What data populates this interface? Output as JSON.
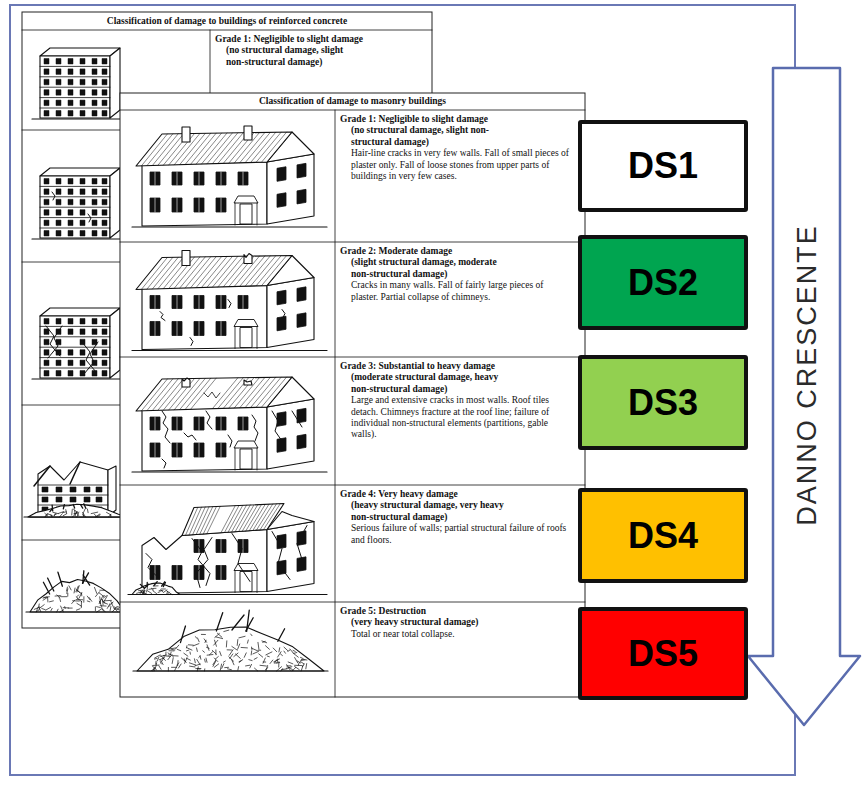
{
  "diagram": {
    "nodes": [
      {
        "text": [
          "Classification of damage to buildings of reinforced concrete"
        ]
      },
      {
        "text": [
          "Grade 1: Negligible to slight damage",
          "(no structural damage, slight non-structural damage)"
        ],
        "in": 0
      },
      {
        "text": [
          "Classification of damage to masonry buildings"
        ]
      },
      {
        "text": [
          "Grade 1: Negligible to slight damage",
          "(no structural damage, slight non-structural damage)",
          "Hair-line cracks in very few walls. Fall of small pieces of plaster only. Fall of loose stones from upper parts of buildings in very few cases."
        ],
        "in": 2
      },
      {
        "text": [
          "Grade 2: Moderate damage",
          "(slight structural damage, moderate non-structural damage)",
          "Cracks in many walls. Fall of fairly large pieces of plaster. Partial collapse of chimneys."
        ],
        "in": 2
      },
      {
        "text": [
          "Grade 3: Substantial to heavy damage",
          "(moderate structural damage, heavy non-structural damage)",
          "Large and extensive cracks in most walls. Roof tiles detach. Chimneys fracture at the roof line; failure of individual non-structural elements (partitions, gable walls)."
        ],
        "in": 2
      },
      {
        "text": [
          "Grade 4: Very heavy damage",
          "(heavy structural damage, very heavy non-structural damage)",
          "Serious failure of walls; partial structural failure of roofs and floors."
        ],
        "in": 2
      },
      {
        "text": [
          "Grade 5: Destruction",
          "(very heavy structural damage)",
          "Total or near total collapse."
        ],
        "in": 2
      },
      {
        "text": [
          "DS1"
        ]
      },
      {
        "text": [
          "DS2"
        ]
      },
      {
        "text": [
          "DS3"
        ]
      },
      {
        "text": [
          "DS4"
        ]
      },
      {
        "text": [
          "DS5"
        ]
      },
      {
        "text": [
          "DANNO CRESCENTE"
        ]
      }
    ]
  }
}
